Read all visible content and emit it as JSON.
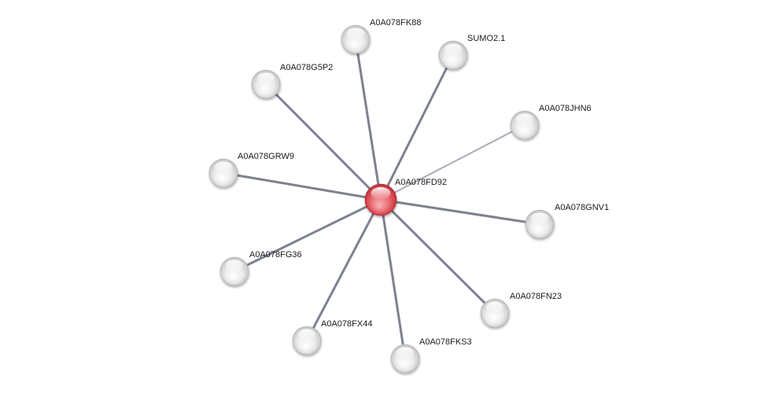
{
  "network": {
    "center": {
      "id": "A0A078FD92",
      "color": "#e0353f"
    },
    "neighbors": [
      {
        "id": "A0A078FK88",
        "edge": "strong"
      },
      {
        "id": "SUMO2.1",
        "edge": "strong"
      },
      {
        "id": "A0A078G5P2",
        "edge": "strong"
      },
      {
        "id": "A0A078JHN6",
        "edge": "weak"
      },
      {
        "id": "A0A078GRW9",
        "edge": "strong"
      },
      {
        "id": "A0A078GNV1",
        "edge": "strong"
      },
      {
        "id": "A0A078FG36",
        "edge": "strong"
      },
      {
        "id": "A0A078FN23",
        "edge": "strong"
      },
      {
        "id": "A0A078FX44",
        "edge": "strong"
      },
      {
        "id": "A0A078FKS3",
        "edge": "strong"
      }
    ],
    "colors": {
      "neighbor_node": "#e6e6e6",
      "edge_strong": "#7d8191",
      "edge_weak": "#a8abb6"
    }
  }
}
